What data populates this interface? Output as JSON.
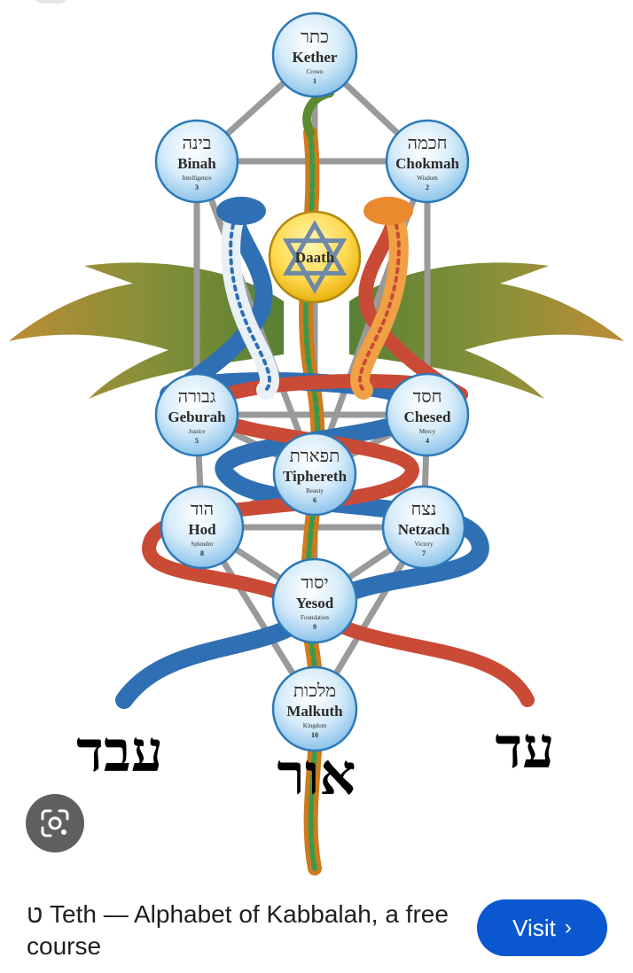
{
  "image": {
    "sephirot": [
      {
        "key": "kether",
        "hebrew": "כתר",
        "name": "Kether",
        "meaning": "Crown",
        "number": "1"
      },
      {
        "key": "binah",
        "hebrew": "בינה",
        "name": "Binah",
        "meaning": "Intelligence",
        "number": "3"
      },
      {
        "key": "chokmah",
        "hebrew": "חכמה",
        "name": "Chokmah",
        "meaning": "Wisdom",
        "number": "2"
      },
      {
        "key": "daath",
        "hebrew": "",
        "name": "Daath",
        "meaning": "",
        "number": ""
      },
      {
        "key": "geburah",
        "hebrew": "גבורה",
        "name": "Geburah",
        "meaning": "Justice",
        "number": "5"
      },
      {
        "key": "chesed",
        "hebrew": "חסד",
        "name": "Chesed",
        "meaning": "Mercy",
        "number": "4"
      },
      {
        "key": "tiphereth",
        "hebrew": "תפארת",
        "name": "Tiphereth",
        "meaning": "Beauty",
        "number": "6"
      },
      {
        "key": "hod",
        "hebrew": "הוד",
        "name": "Hod",
        "meaning": "Splendor",
        "number": "8"
      },
      {
        "key": "netzach",
        "hebrew": "נצח",
        "name": "Netzach",
        "meaning": "Victory",
        "number": "7"
      },
      {
        "key": "yesod",
        "hebrew": "יסוד",
        "name": "Yesod",
        "meaning": "Foundation",
        "number": "9"
      },
      {
        "key": "malkuth",
        "hebrew": "מלכות",
        "name": "Malkuth",
        "meaning": "Kingdom",
        "number": "10"
      }
    ],
    "bottom_words": {
      "left": "עבד",
      "center": "אור",
      "right": "עד"
    },
    "colors": {
      "sphere_fill": "#cde6f7",
      "sphere_stroke": "#2c79b8",
      "daath_fill": "#ffd84d",
      "frame": "#9a9a9a",
      "blue_serpent": "#2f6fb3",
      "red_serpent": "#c94a35",
      "orange_serpent": "#e98a2e",
      "green_serpent": "#3a9a4a",
      "wings": "#8c7a2e"
    }
  },
  "lens_button": {
    "icon": "google-lens-icon"
  },
  "result": {
    "title": "ט Teth — Alphabet of Kabbalah, a free course",
    "visit_label": "Visit",
    "visit_icon": "chevron-right-icon"
  }
}
